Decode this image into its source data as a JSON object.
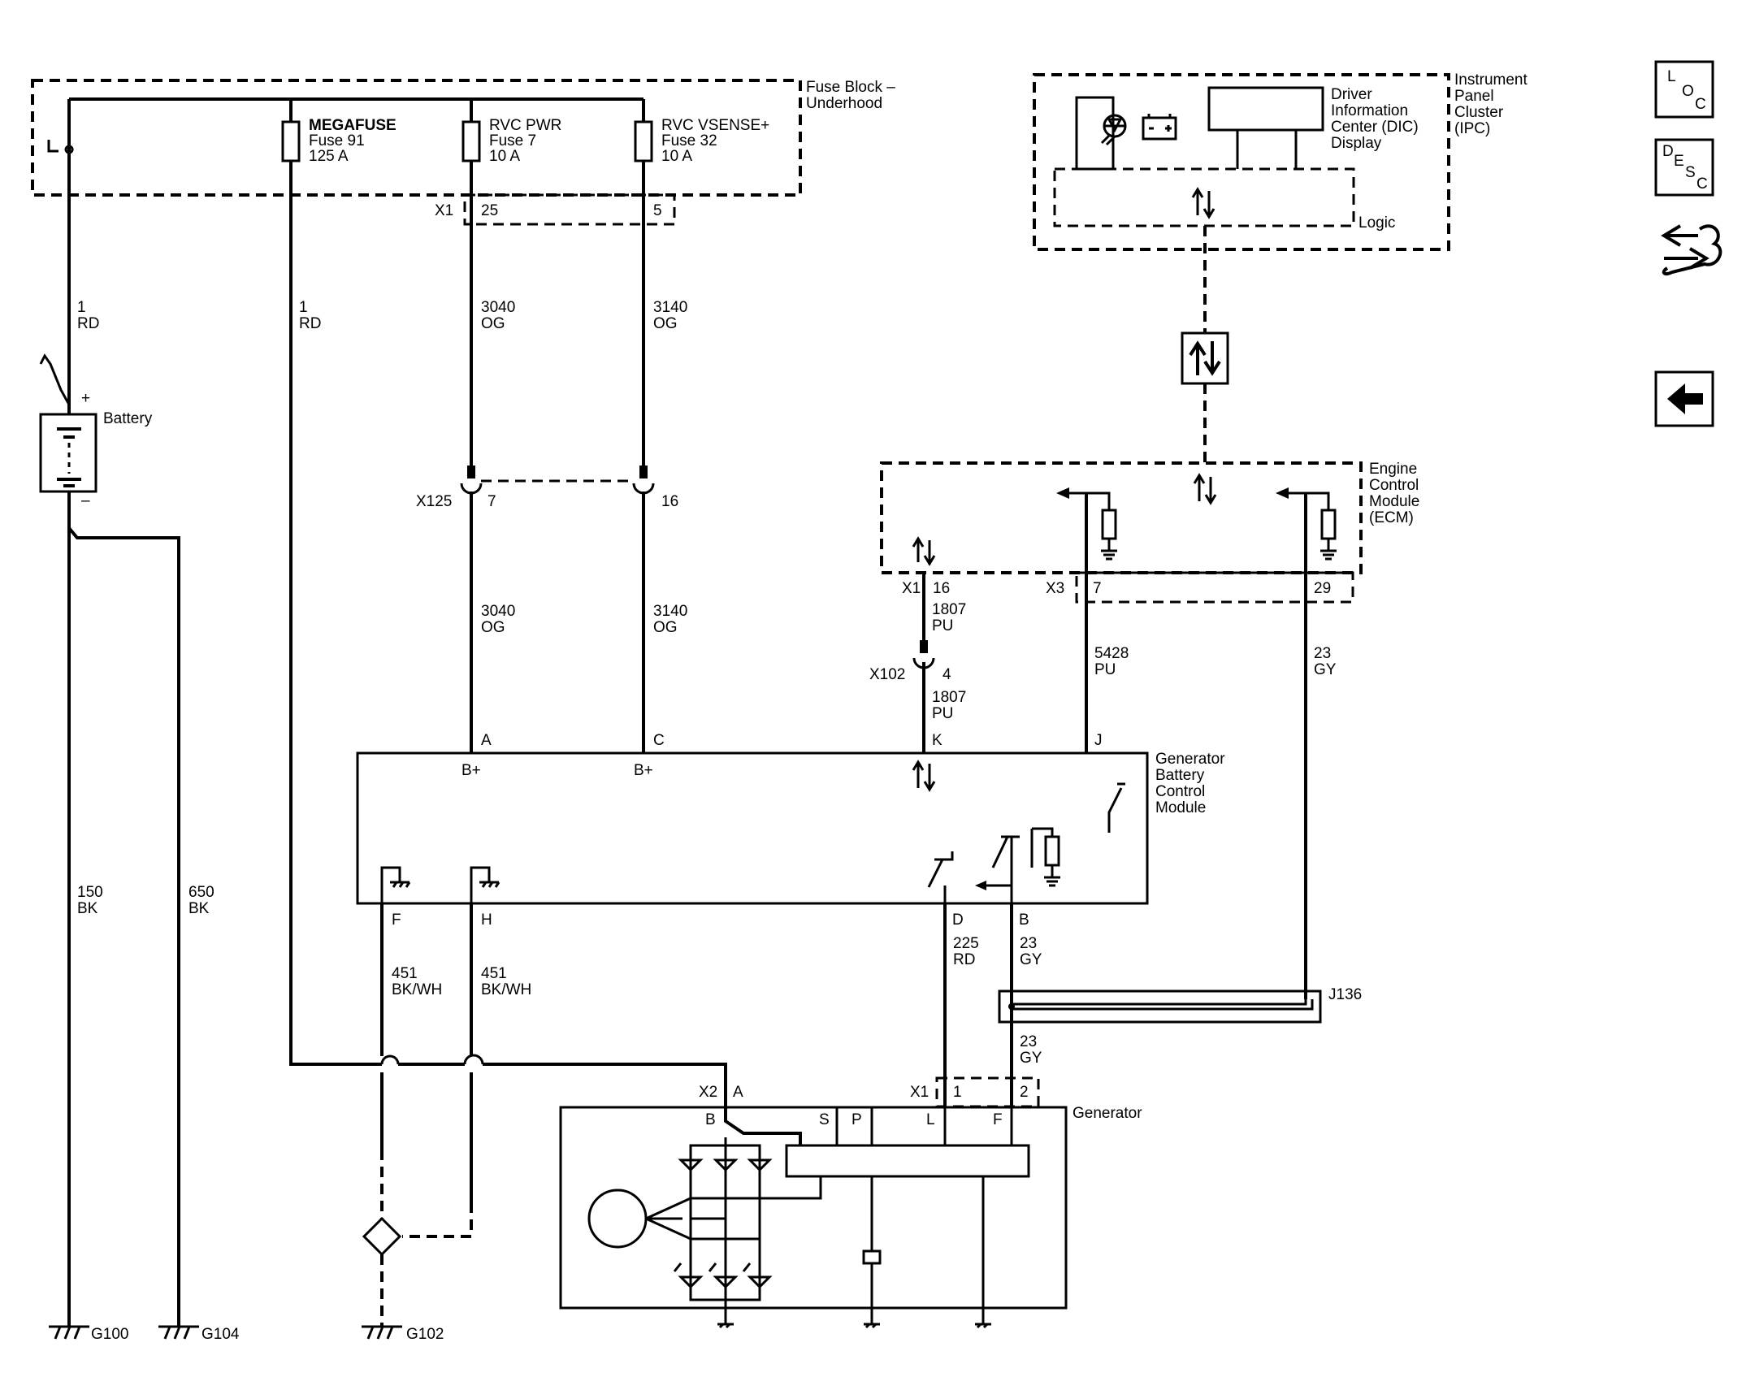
{
  "modules": {
    "fuse_block": [
      "Fuse Block –",
      "Underhood"
    ],
    "ipc": [
      "Instrument",
      "Panel",
      "Cluster",
      "(IPC)"
    ],
    "dic": [
      "Driver",
      "Information",
      "Center (DIC)",
      "Display"
    ],
    "ipc_logic": "Logic",
    "ecm": [
      "Engine",
      "Control",
      "Module",
      "(ECM)"
    ],
    "gbcm": [
      "Generator",
      "Battery",
      "Control",
      "Module"
    ],
    "generator": "Generator",
    "battery": "Battery"
  },
  "fuses": [
    {
      "name": "MEGAFUSE",
      "fuse": "Fuse 91",
      "rating": "125 A"
    },
    {
      "name": "RVC PWR",
      "fuse": "Fuse 7",
      "rating": "10 A"
    },
    {
      "name": "RVC VSENSE+",
      "fuse": "Fuse 32",
      "rating": "10 A"
    }
  ],
  "connectors": {
    "fb_x1": "X1",
    "fb_x1_pin_a": "25",
    "fb_x1_pin_b": "5",
    "x125": "X125",
    "x125_pin_a": "7",
    "x125_pin_b": "16",
    "ecm_x1": "X1",
    "ecm_x1_pin": "16",
    "ecm_x3": "X3",
    "ecm_x3_pin_a": "7",
    "ecm_x3_pin_b": "29",
    "x102": "X102",
    "x102_pin": "4",
    "gen_x2": "X2",
    "gen_x2_pin": "A",
    "gen_x1": "X1",
    "gen_x1_pin_a": "1",
    "gen_x1_pin_b": "2",
    "splice": "J136"
  },
  "wires": {
    "w1_rd_left": [
      "1",
      "RD"
    ],
    "w1_rd_mid": [
      "1",
      "RD"
    ],
    "w3040_top": [
      "3040",
      "OG"
    ],
    "w3140_top": [
      "3140",
      "OG"
    ],
    "w3040_bot": [
      "3040",
      "OG"
    ],
    "w3140_bot": [
      "3140",
      "OG"
    ],
    "w1807_top": [
      "1807",
      "PU"
    ],
    "w1807_bot": [
      "1807",
      "PU"
    ],
    "w5428": [
      "5428",
      "PU"
    ],
    "w23_ecm": [
      "23",
      "GY"
    ],
    "w150": [
      "150",
      "BK"
    ],
    "w650": [
      "650",
      "BK"
    ],
    "w451_f": [
      "451",
      "BK/WH"
    ],
    "w451_h": [
      "451",
      "BK/WH"
    ],
    "w225": [
      "225",
      "RD"
    ],
    "w23_gbcm": [
      "23",
      "GY"
    ],
    "w23_gen": [
      "23",
      "GY"
    ]
  },
  "gbcm_pins": {
    "a": "A",
    "c": "C",
    "k": "K",
    "j": "J",
    "b_plus_a": "B+",
    "b_plus_c": "B+",
    "f": "F",
    "h": "H",
    "d": "D",
    "b": "B"
  },
  "generator_terminals": [
    "B",
    "S",
    "P",
    "L",
    "F"
  ],
  "battery_polarity": {
    "positive": "+",
    "negative": "–"
  },
  "grounds": [
    "G100",
    "G104",
    "G102"
  ],
  "nav": {
    "loc": [
      "L",
      "O",
      "C"
    ],
    "desc": [
      "D",
      "E",
      "S",
      "C"
    ]
  }
}
